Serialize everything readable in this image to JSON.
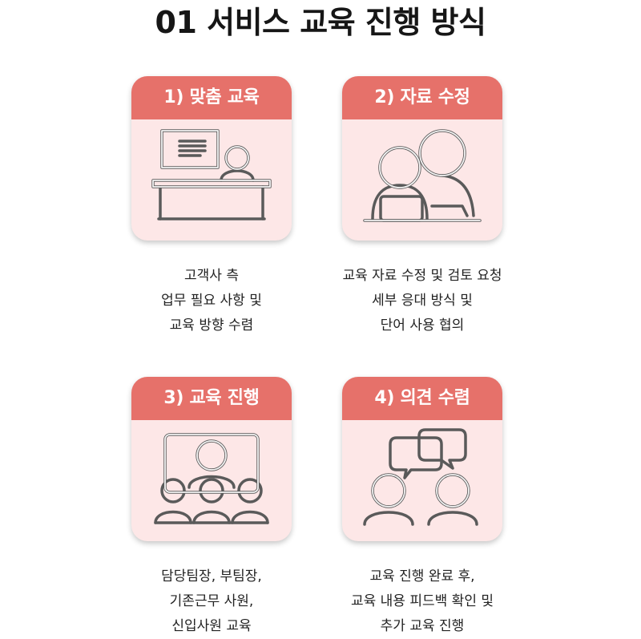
{
  "title": "01 서비스 교육 진행 방식",
  "colors": {
    "header_bg": "#e6716a",
    "card_bg": "#fde7e7",
    "icon_stroke": "#5a5a5a",
    "text": "#222222"
  },
  "steps": [
    {
      "label": "1) 맞춤 교육",
      "icon": "classroom-teacher-icon",
      "lines": [
        "고객사 측",
        "업무 필요 사항 및",
        "교육 방향 수렴"
      ]
    },
    {
      "label": "2) 자료 수정",
      "icon": "two-people-laptop-icon",
      "lines": [
        "교육 자료 수정 및 검토 요청",
        "세부 응대 방식 및",
        "단어 사용 협의"
      ]
    },
    {
      "label": "3) 교육 진행",
      "icon": "presentation-audience-icon",
      "lines": [
        "담당팀장, 부팀장,",
        "기존근무 사원,",
        "신입사원 교육"
      ]
    },
    {
      "label": "4) 의견 수렴",
      "icon": "conversation-bubbles-icon",
      "lines": [
        "교육 진행 완료 후,",
        "교육 내용 피드백 확인 및",
        "추가 교육 진행"
      ]
    }
  ]
}
